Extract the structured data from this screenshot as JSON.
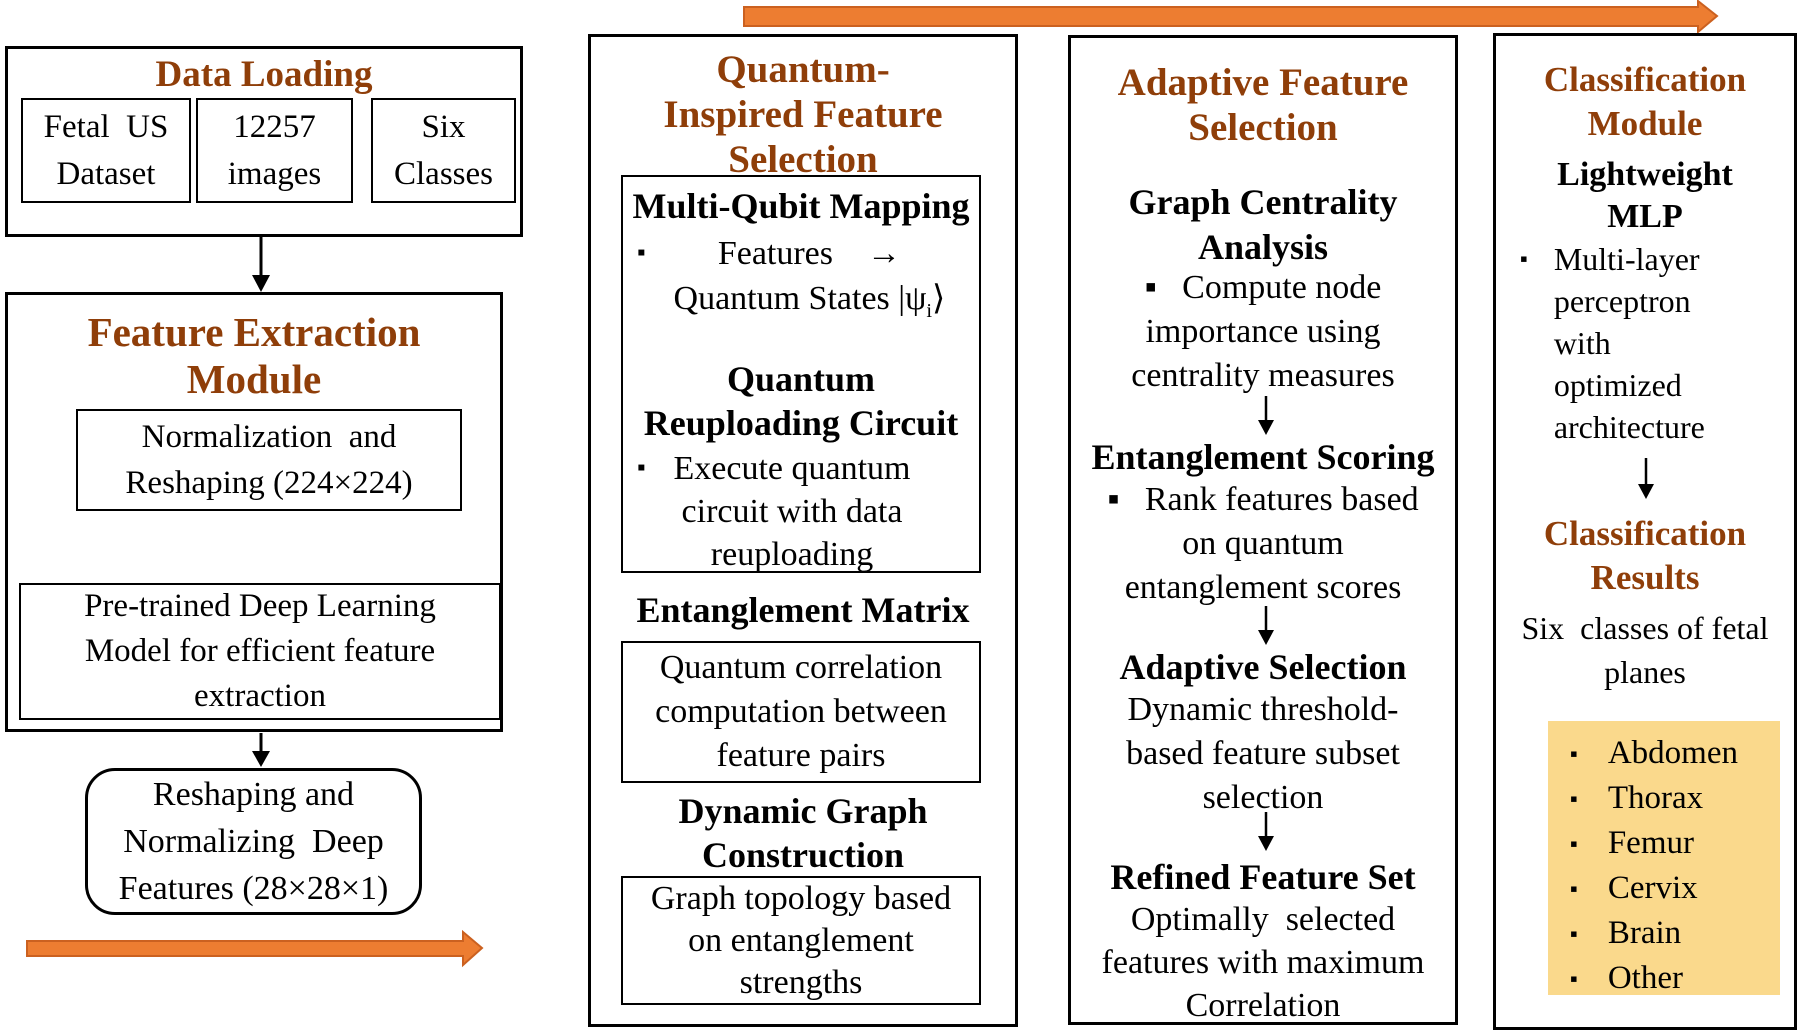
{
  "colors": {
    "heading": "#8F3E09",
    "orange": "#ED7D31",
    "orange_dark": "#CB6120",
    "gold": "#FAD98C"
  },
  "ui": {
    "bullet": "▪"
  },
  "data_loading": {
    "title": "Data Loading",
    "box1": [
      "Fetal  US",
      "Dataset"
    ],
    "box2": [
      "12257",
      "images"
    ],
    "box3": [
      "Six",
      "Classes"
    ]
  },
  "feature_extraction": {
    "title": [
      "Feature Extraction",
      "Module"
    ],
    "normalization": [
      "Normalization  and",
      "Reshaping (224×224)"
    ],
    "pretrained": [
      "Pre-trained Deep Learning",
      "Model for efficient feature",
      "extraction"
    ],
    "reshaped": [
      "Reshaping and",
      "Normalizing  Deep",
      "Features (28×28×1)"
    ]
  },
  "quantum_selection": {
    "title": [
      "Quantum-",
      "Inspired Feature",
      "Selection"
    ],
    "mapping_heading": "Multi-Qubit Mapping",
    "mapping_bullet_line1": "Features    →",
    "psi_prefix": "Quantum States |ψ",
    "psi_sub": "i",
    "psi_suffix": "⟩",
    "reuploading_heading": [
      "Quantum",
      "Reuploading Circuit"
    ],
    "reuploading_bullet": [
      "Execute quantum",
      "circuit with data",
      "reuploading"
    ],
    "entanglement_heading": "Entanglement Matrix",
    "entanglement_box": [
      "Quantum correlation",
      "computation between",
      "feature pairs"
    ],
    "graph_heading": [
      "Dynamic Graph",
      "Construction"
    ],
    "graph_box": [
      "Graph topology based",
      "on entanglement",
      "strengths"
    ]
  },
  "adaptive_selection": {
    "title": [
      "Adaptive Feature",
      "Selection"
    ],
    "centrality_heading": [
      "Graph Centrality",
      "Analysis"
    ],
    "centrality_bullet": [
      "▪   Compute node",
      "importance using",
      "centrality measures"
    ],
    "scoring_heading": "Entanglement Scoring",
    "scoring_bullet": [
      "▪   Rank features based",
      "on quantum",
      "entanglement scores"
    ],
    "adaptive_heading": "Adaptive Selection",
    "adaptive_desc": [
      "Dynamic threshold-",
      "based feature subset",
      "selection"
    ],
    "refined_heading": "Refined Feature Set",
    "refined_desc": [
      "Optimally  selected",
      "features with maximum",
      "Correlation"
    ]
  },
  "classification": {
    "title": [
      "Classification",
      "Module"
    ],
    "mlp_heading": [
      "Lightweight",
      "MLP"
    ],
    "mlp_bullet": [
      "Multi-layer",
      "perceptron",
      "with",
      "optimized",
      "architecture"
    ],
    "results_heading": [
      "Classification",
      "Results"
    ],
    "results_desc": [
      "Six  classes of fetal",
      "planes"
    ],
    "classes": [
      "Abdomen",
      "Thorax",
      "Femur",
      "Cervix",
      "Brain",
      "Other"
    ]
  }
}
